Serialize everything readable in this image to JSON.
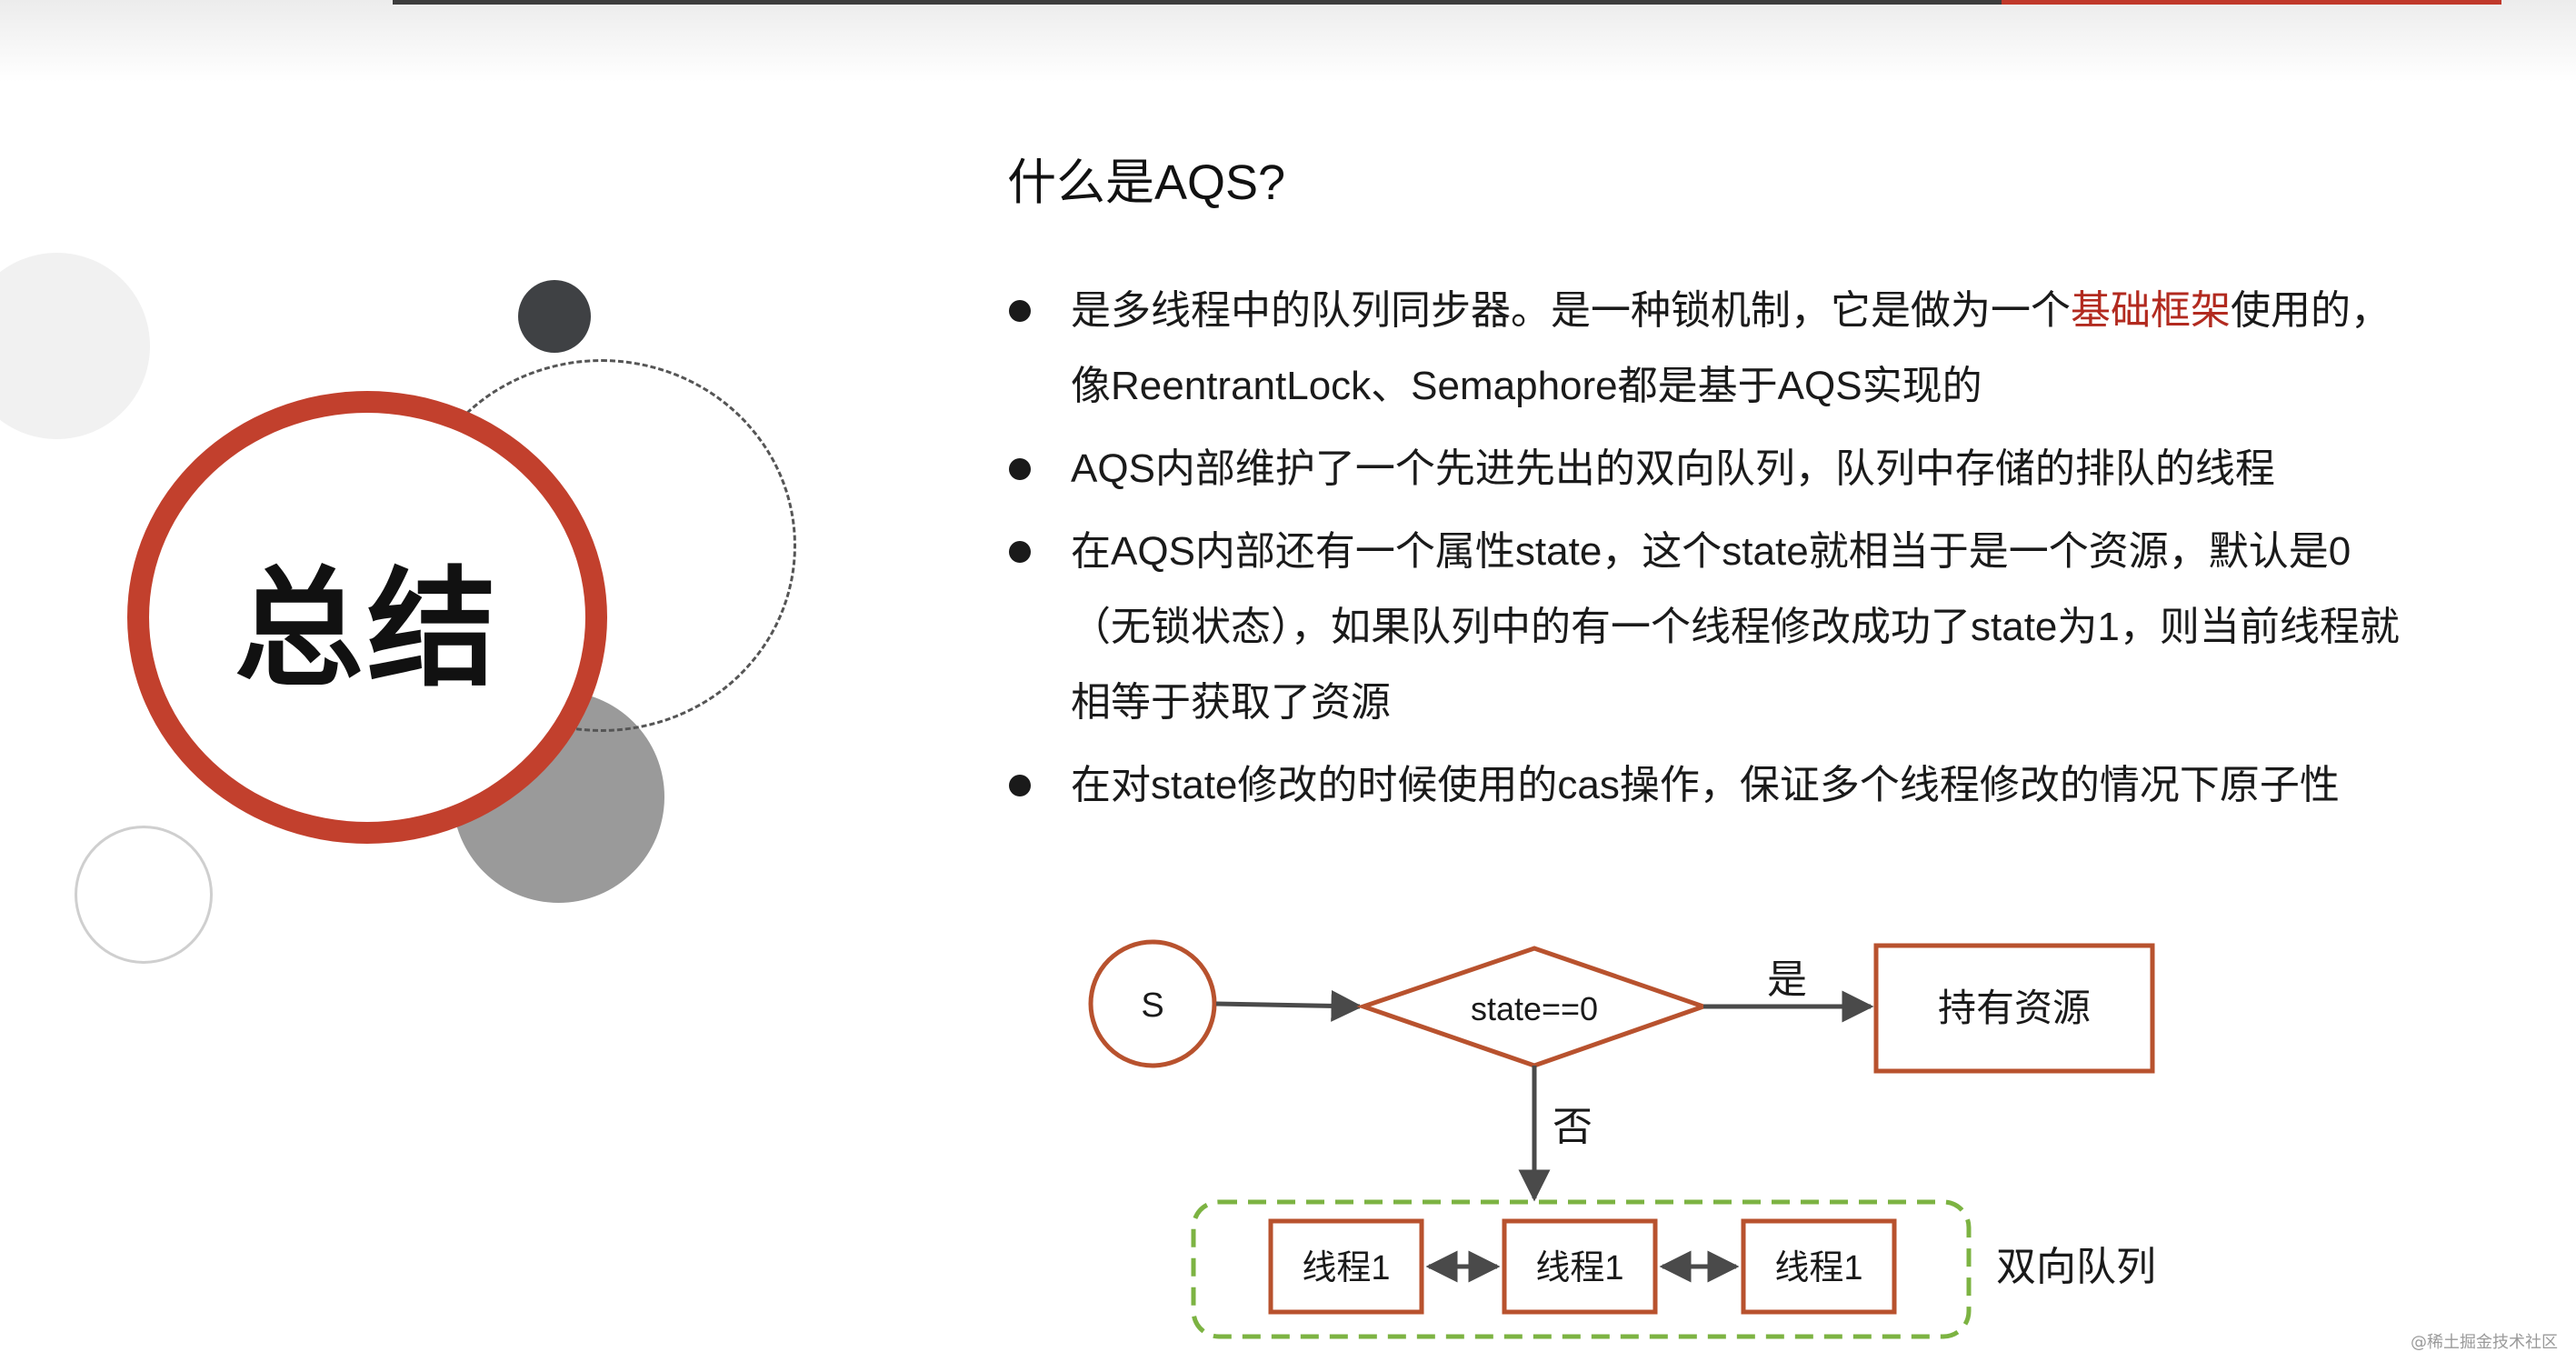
{
  "slide": {
    "title_ring": "总结",
    "heading": "什么是AQS?",
    "bullets": [
      {
        "before": "是多线程中的队列同步器。是一种锁机制，它是做为一个",
        "highlight": "基础框架",
        "after": "使用的，像ReentrantLock、Semaphore都是基于AQS实现的"
      },
      {
        "before": "AQS内部维护了一个先进先出的双向队列，队列中存储的排队的线程",
        "highlight": "",
        "after": ""
      },
      {
        "before": "在AQS内部还有一个属性state，这个state就相当于是一个资源，默认是0（无锁状态），如果队列中的有一个线程修改成功了state为1，则当前线程就相等于获取了资源",
        "highlight": "",
        "after": ""
      },
      {
        "before": "在对state修改的时候使用的cas操作，保证多个线程修改的情况下原子性",
        "highlight": "",
        "after": ""
      }
    ],
    "watermark": "@稀土掘金技术社区"
  },
  "flowchart": {
    "start": "S",
    "decision": "state==0",
    "yes_label": "是",
    "no_label": "否",
    "yes_node": "持有资源",
    "queue_nodes": [
      "线程1",
      "线程1",
      "线程1"
    ],
    "queue_label": "双向队列"
  },
  "colors": {
    "accent_red": "#c2402d",
    "node_border": "#b8522e",
    "queue_border": "#7cb342",
    "highlight_text": "#b22a1f"
  }
}
